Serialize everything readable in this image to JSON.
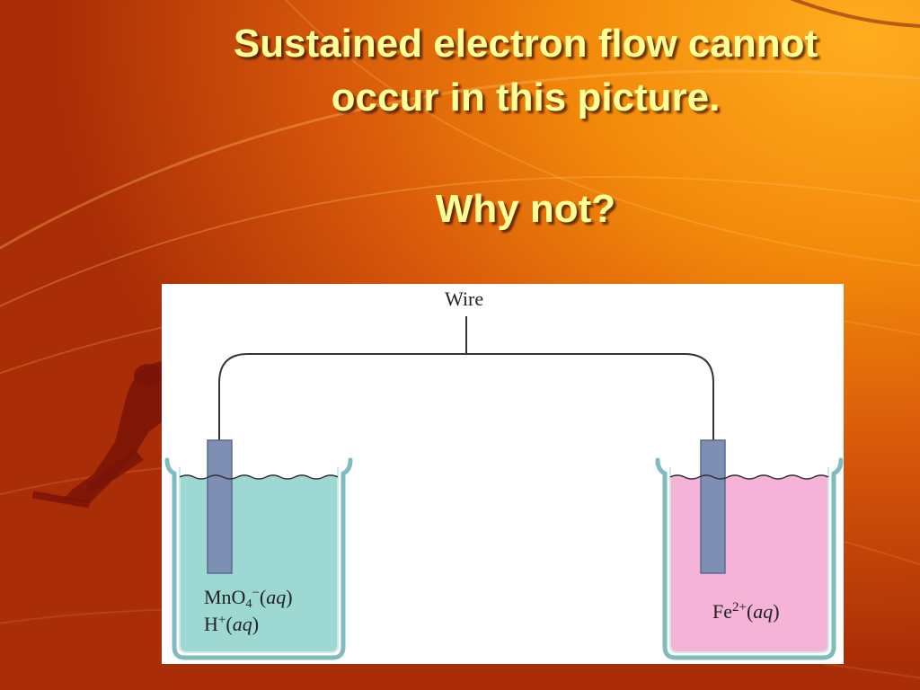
{
  "slide": {
    "title_line1": "Sustained electron flow cannot",
    "title_line2": "occur in this picture.",
    "subtitle": "Why not?"
  },
  "diagram": {
    "wire_label": "Wire",
    "left_beaker": {
      "species1": "MnO",
      "species1_sub": "4",
      "species1_sup": "−",
      "species1_state": "aq",
      "species2": "H",
      "species2_sup": "+",
      "species2_state": "aq"
    },
    "right_beaker": {
      "species": "Fe",
      "species_sup": "2+",
      "species_state": "aq"
    }
  },
  "colors": {
    "title_text": "#ffff99",
    "left_solution": "#9dd8d3",
    "right_solution": "#f6b3d8",
    "electrode": "#7e8fb4",
    "beaker_outline": "#7fbcc0"
  }
}
